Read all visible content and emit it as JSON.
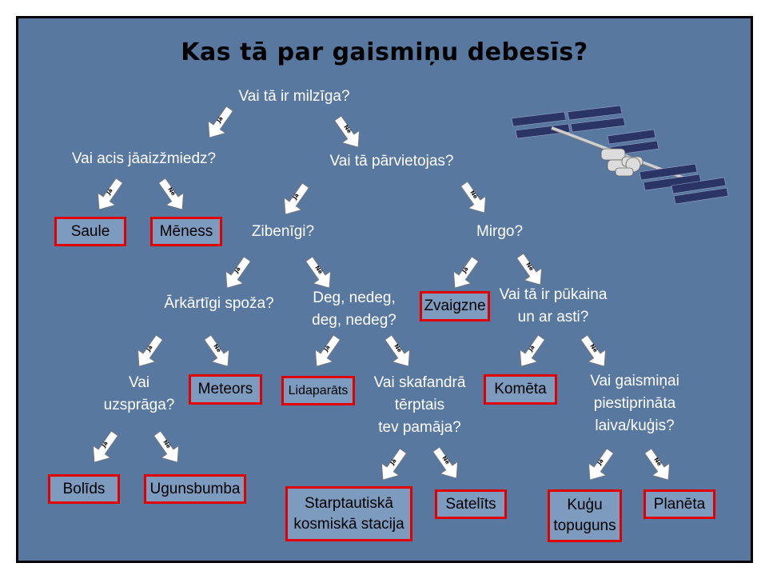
{
  "title": "Kas tā par gaismiņu debesīs?",
  "yes_label": "Jā",
  "no_label": "Nē",
  "questions": {
    "q1": "Vai tā ir milzīga?",
    "q2": "Vai acis jāaizžmiedz?",
    "q3": "Vai tā pārvietojas?",
    "q4": "Zibenīgi?",
    "q5": "Mirgo?",
    "q6": "Ārkārtīgi spoža?",
    "q7_line1": "Deg, nedeg,",
    "q7_line2": "deg, nedeg?",
    "q8_line1": "Vai tā ir pūkaina",
    "q8_line2": "un ar asti?",
    "q9_line1": "Vai",
    "q9_line2": "uzsprāga?",
    "q10_line1": "Vai skafandrā",
    "q10_line2": "tērptais",
    "q10_line3": "tev pamāja?",
    "q11_line1": "Vai gaismiņai",
    "q11_line2": "piestiprināta",
    "q11_line3": "laiva/kuģis?"
  },
  "answers": {
    "saule": "Saule",
    "meness": "Mēness",
    "zvaigzne": "Zvaigzne",
    "meteors": "Meteors",
    "lidaparats": "Lidaparāts",
    "kometa": "Komēta",
    "bolids": "Bolīds",
    "ugunsbumba": "Ugunsbumba",
    "iss_line1": "Starptautiskā",
    "iss_line2": "kosmiskā stacija",
    "satelits": "Satelīts",
    "kugu_line1": "Kuģu",
    "kugu_line2": "topuguns",
    "planeta": "Planēta"
  },
  "colors": {
    "background": "#5878a0",
    "answer_fill": "#7d9bbf",
    "answer_border": "#e00000",
    "question_text": "#ffffff"
  },
  "decorations": [
    "space-station-illustration"
  ]
}
